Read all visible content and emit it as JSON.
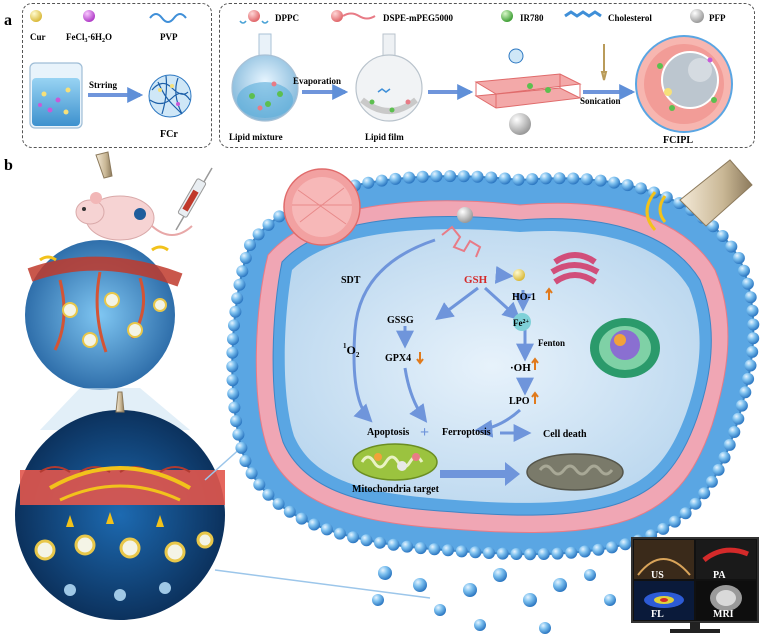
{
  "panels": {
    "a": {
      "label": "a"
    },
    "b": {
      "label": "b"
    }
  },
  "legend_left": {
    "cur": "Cur",
    "fecl3": "FeCl",
    "fecl3_sub": "3",
    "fecl3_rest": "·6H",
    "fecl3_sub2": "2",
    "fecl3_end": "O",
    "pvp": "PVP"
  },
  "legend_right": {
    "dppc": "DPPC",
    "dspe": "DSPE-mPEG5000",
    "ir780": "IR780",
    "cholesterol": "Cholesterol",
    "pfp": "PFP"
  },
  "steps": {
    "stirring": "Strring",
    "fcr": "FCr",
    "evaporation": "Evaporation",
    "lipid_mixture": "Lipid mixture",
    "lipid_film": "Lipid film",
    "sonication": "Sonication",
    "fcipl": "FCIPL"
  },
  "pathway": {
    "sdt": "SDT",
    "o2_sup": "1",
    "o2": "O",
    "o2_sub": "2",
    "gsh": "GSH",
    "gssg": "GSSG",
    "ho1": "HO-1",
    "fe2": "Fe",
    "fe2_sup": "2+",
    "fenton": "Fenton",
    "gpx4": "GPX4",
    "oh": "·OH",
    "lpo": "LPO",
    "apoptosis": "Apoptosis",
    "plus": "+",
    "ferroptosis": "Ferroptosis",
    "cell_death": "Cell death",
    "mito_target": "Mitochondria target"
  },
  "imaging": {
    "us": "US",
    "pa": "PA",
    "fl": "FL",
    "mri": "MRI"
  },
  "colors": {
    "membrane": "#5aa6e3",
    "lipid_pink": "#e87b86",
    "ir780": "#5cbf4f",
    "gsh": "#d42a2a",
    "arrow": "#6f95db",
    "up_arrow": "#e07a1c",
    "down_arrow": "#e07a1c"
  }
}
